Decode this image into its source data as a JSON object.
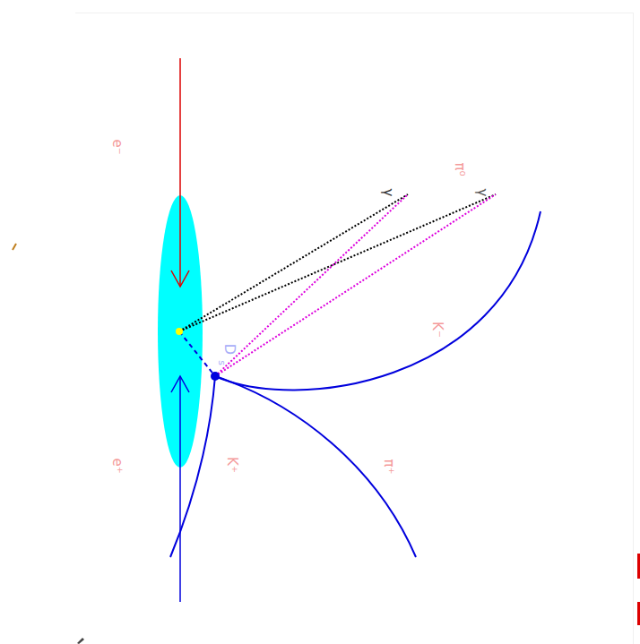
{
  "diagram": {
    "labels": [
      "e⁻",
      "e⁺",
      "D",
      "s",
      "K⁺",
      "π⁺",
      "K⁻",
      "π⁰",
      "γ",
      "γ"
    ]
  }
}
